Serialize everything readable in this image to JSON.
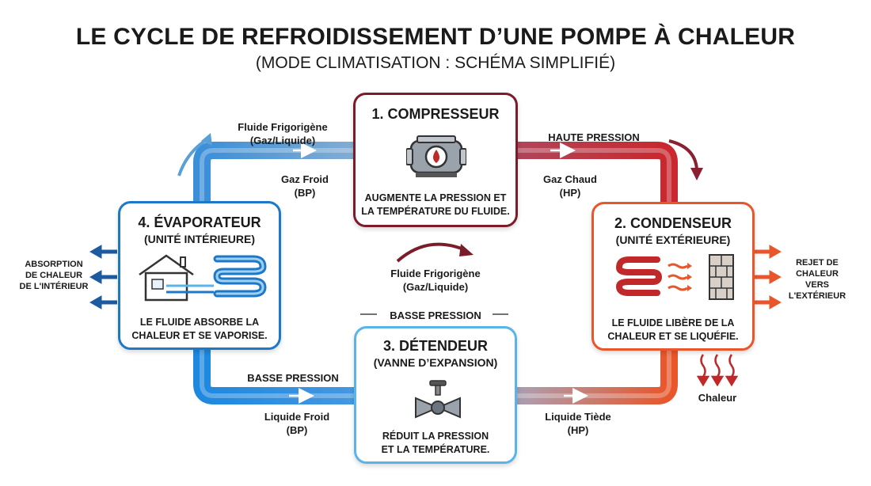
{
  "title": "LE CYCLE DE REFROIDISSEMENT D’UNE POMPE À CHALEUR",
  "subtitle": "(MODE CLIMATISATION : SCHÉMA SIMPLIFIÉ)",
  "compressor": {
    "title": "1. COMPRESSEUR",
    "desc_line1": "AUGMENTE LA PRESSION ET",
    "desc_line2": "LA TEMPÉRATURE DU FLUIDE."
  },
  "condenser": {
    "title": "2. CONDENSEUR",
    "sub": "(UNITÉ EXTÉRIEURE)",
    "desc_line1": "LE FLUIDE LIBÈRE DE LA",
    "desc_line2": "CHALEUR ET SE LIQUÉFIE."
  },
  "expansion": {
    "title": "3. DÉTENDEUR",
    "sub": "(VANNE D’EXPANSION)",
    "desc_line1": "RÉDUIT LA PRESSION",
    "desc_line2": "ET LA TEMPÉRATURE."
  },
  "evaporator": {
    "title": "4. ÉVAPORATEUR",
    "sub": "(UNITÉ INTÉRIEURE)",
    "desc_line1": "LE FLUIDE ABSORBE LA",
    "desc_line2": "CHALEUR ET SE VAPORISE."
  },
  "labels": {
    "fluid_top_line1": "Fluide Frigorigène",
    "fluid_top_line2": "(Gaz/Liquide)",
    "gas_cold_line1": "Gaz Froid",
    "gas_cold_line2": "(BP)",
    "high_pressure": "HAUTE PRESSION",
    "gas_hot_line1": "Gaz Chaud",
    "gas_hot_line2": "(HP)",
    "fluid_center_line1": "Fluide Frigorigène",
    "fluid_center_line2": "(Gaz/Liquide)",
    "low_pressure_center": "BASSE PRESSION",
    "low_pressure_left": "BASSE PRESSION",
    "liquid_cold_line1": "Liquide Froid",
    "liquid_cold_line2": "(BP)",
    "liquid_warm_line1": "Liquide Tiède",
    "liquid_warm_line2": "(HP)",
    "absorption_line1": "ABSORPTION",
    "absorption_line2": "DE CHALEUR",
    "absorption_line3": "DE L'INTÉRIEUR",
    "reject_line1": "REJET DE",
    "reject_line2": "CHALEUR",
    "reject_line3": "VERS",
    "reject_line4": "L'EXTÉRIEUR",
    "heat": "Chaleur"
  },
  "colors": {
    "blue": "#1e78c8",
    "red": "#c0282a",
    "orange": "#e8562a",
    "maroon": "#7a1c2a",
    "dark": "#1a1a1a"
  }
}
